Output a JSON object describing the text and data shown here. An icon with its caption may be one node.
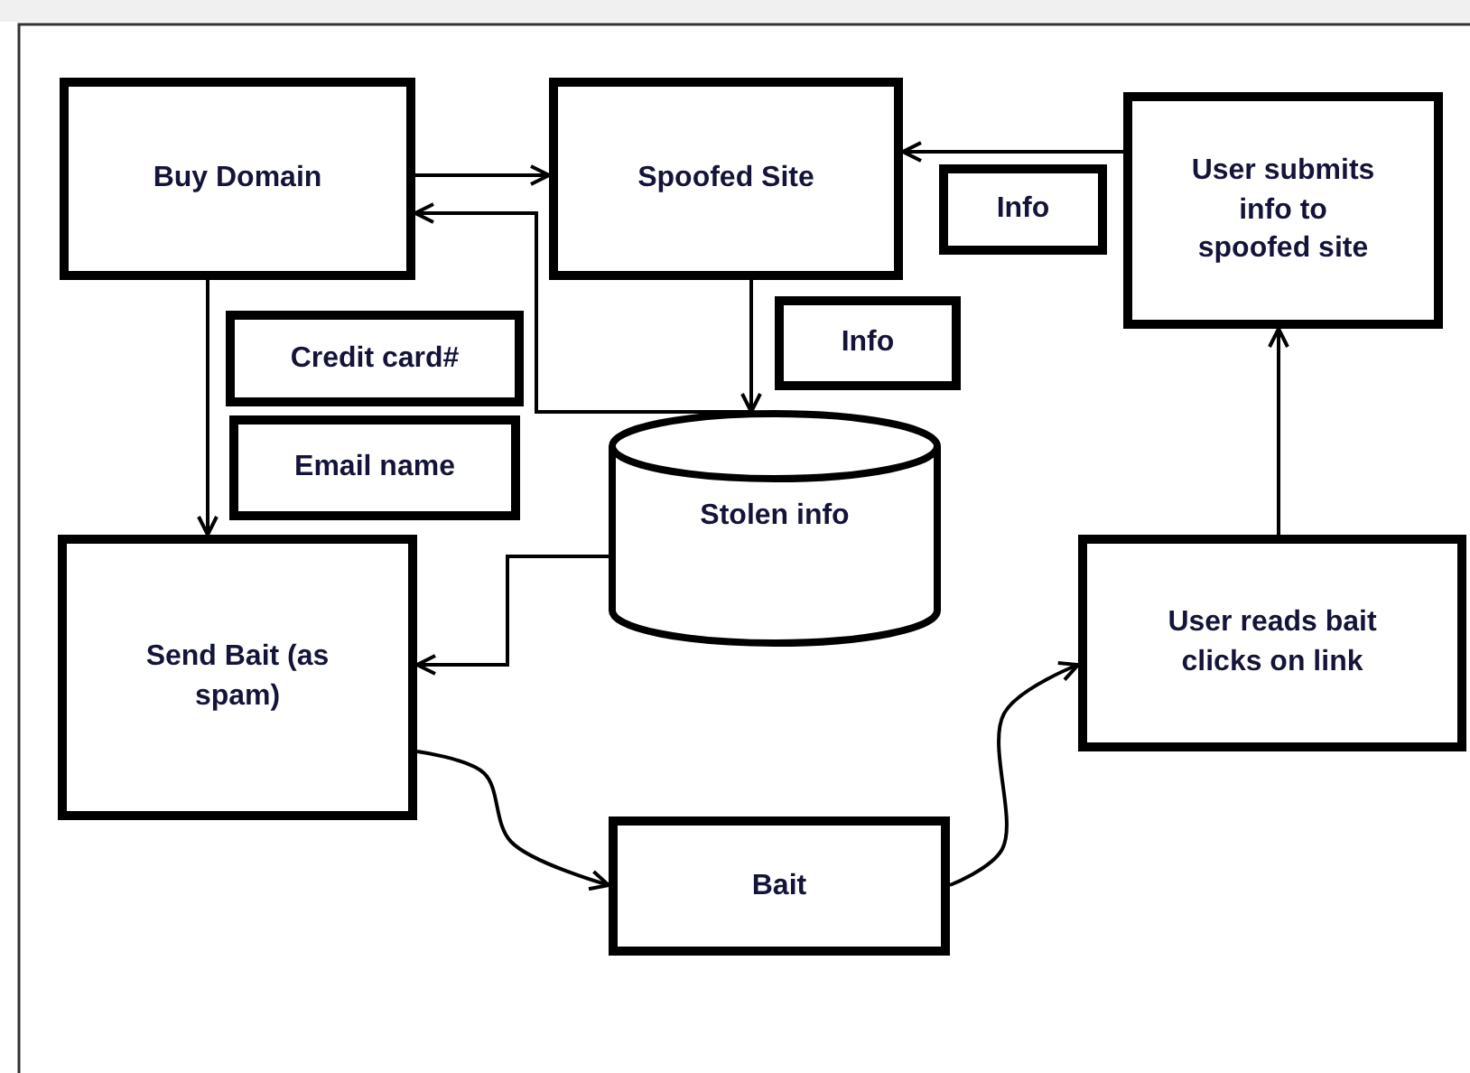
{
  "diagram": {
    "nodes": [
      {
        "text": [
          "Buy Domain"
        ]
      },
      {
        "text": [
          "Spoofed Site"
        ]
      },
      {
        "text": [
          "User submits info to spoofed site"
        ]
      },
      {
        "text": [
          "Info"
        ]
      },
      {
        "text": [
          "Info"
        ]
      },
      {
        "text": [
          "Credit card#"
        ]
      },
      {
        "text": [
          "Email name"
        ]
      },
      {
        "text": [
          "Stolen info"
        ]
      },
      {
        "text": [
          "Send Bait (as spam)"
        ]
      },
      {
        "text": [
          "User reads bait clicks on link"
        ]
      },
      {
        "text": [
          "Bait"
        ]
      }
    ],
    "edges": [
      {
        "from": 0,
        "to": 1,
        "arrow": "to"
      },
      {
        "from": 7,
        "to": 0,
        "arrow": "to"
      },
      {
        "from": 1,
        "to": 7,
        "arrow": "to"
      },
      {
        "from": 2,
        "to": 1,
        "arrow": "to"
      },
      {
        "from": 0,
        "to": 8,
        "arrow": "to"
      },
      {
        "from": 7,
        "to": 8,
        "arrow": "to"
      },
      {
        "from": 8,
        "to": 10,
        "arrow": "to"
      },
      {
        "from": 10,
        "to": 9,
        "arrow": "to"
      },
      {
        "from": 9,
        "to": 2,
        "arrow": "to"
      }
    ]
  }
}
